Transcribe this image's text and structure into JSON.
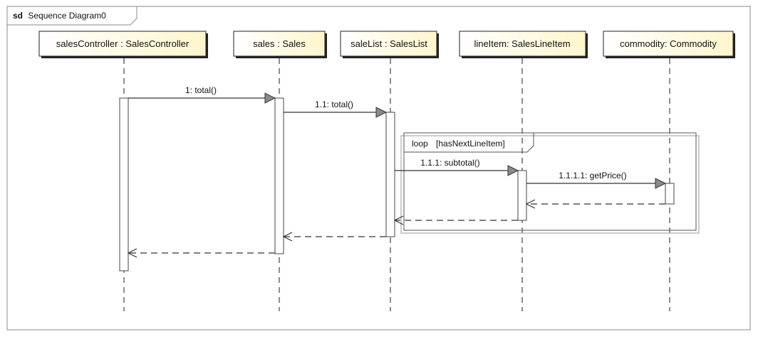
{
  "frame": {
    "keyword": "sd",
    "name": "Sequence Diagram0"
  },
  "lifelines": [
    {
      "id": "salesController",
      "label": "salesController : SalesController"
    },
    {
      "id": "sales",
      "label": "sales : Sales"
    },
    {
      "id": "saleList",
      "label": "saleList : SalesList"
    },
    {
      "id": "lineItem",
      "label": "lineItem:  SalesLineItem"
    },
    {
      "id": "commodity",
      "label": "commodity:  Commodity"
    }
  ],
  "messages": [
    {
      "label": "1: total()",
      "from": "salesController",
      "to": "sales",
      "kind": "sync"
    },
    {
      "label": "1.1: total()",
      "from": "sales",
      "to": "saleList",
      "kind": "sync"
    },
    {
      "label": "1.1.1: subtotal()",
      "from": "saleList",
      "to": "lineItem",
      "kind": "sync"
    },
    {
      "label": "1.1.1.1: getPrice()",
      "from": "lineItem",
      "to": "commodity",
      "kind": "sync"
    },
    {
      "label": "",
      "from": "commodity",
      "to": "lineItem",
      "kind": "return"
    },
    {
      "label": "",
      "from": "lineItem",
      "to": "saleList",
      "kind": "return"
    },
    {
      "label": "",
      "from": "saleList",
      "to": "sales",
      "kind": "return"
    },
    {
      "label": "",
      "from": "sales",
      "to": "salesController",
      "kind": "return"
    }
  ],
  "fragment": {
    "operator": "loop",
    "guard": "[hasNextLineItem]"
  },
  "colors": {
    "header_fill": "#fffde8",
    "activation_fill": "#ffffff",
    "line": "#333333",
    "frame_border": "#888888"
  }
}
